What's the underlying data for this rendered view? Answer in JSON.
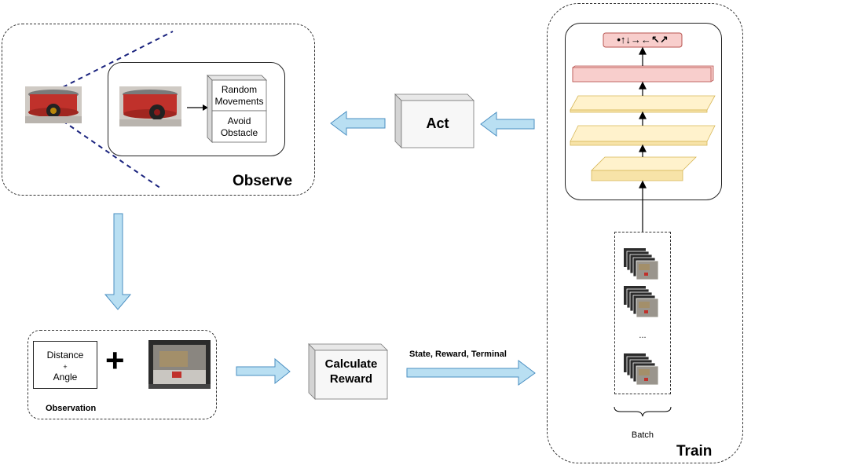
{
  "observe": {
    "title": "Observe",
    "behaviors": [
      "Random Movements",
      "Avoid Obstacle"
    ]
  },
  "act": {
    "label": "Act"
  },
  "observation": {
    "title": "Observation",
    "sensor_lines": [
      "Distance",
      "+",
      "Angle"
    ],
    "plus_symbol": "+"
  },
  "calculate_reward": {
    "lines": [
      "Calculate",
      "Reward"
    ]
  },
  "transition_label": "State, Reward, Terminal",
  "train": {
    "title": "Train",
    "batch_label": "Batch",
    "ellipsis": "...",
    "output_symbols": "•↑↓→←↖↗"
  },
  "colors": {
    "arrow_fill": "#b9dff2",
    "arrow_stroke": "#4a8fc2",
    "output_layer": "#f8cecc",
    "hidden_layer": "#fff2cc",
    "robot_body": "#c0312b"
  },
  "icons": [
    "robot-icon",
    "camera-frame-icon",
    "frame-stack-icon",
    "brace-icon"
  ]
}
